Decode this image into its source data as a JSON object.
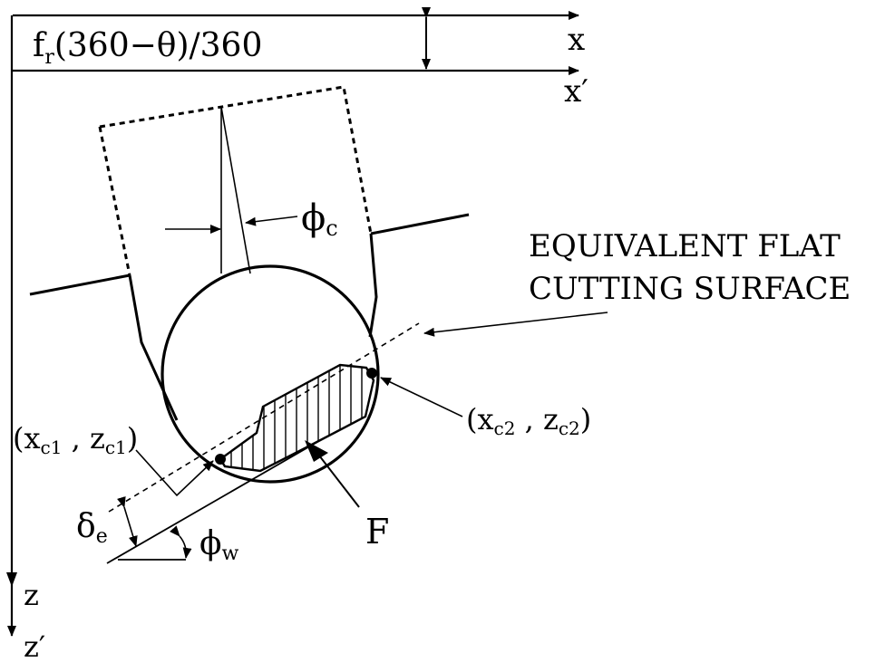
{
  "labels": {
    "offset_formula": "f",
    "offset_formula_sub": "r",
    "offset_formula_rest": "(360−θ)/360",
    "axis_x": "x",
    "axis_x_prime": "x′",
    "axis_z": "z",
    "axis_z_prime": "z′",
    "phi_c": "ϕ",
    "phi_c_sub": "c",
    "equivalent_line1": "EQUIVALENT FLAT",
    "equivalent_line2": "CUTTING SURFACE",
    "point1_open": "(x",
    "point1_xsub": "c1",
    "point1_mid": " , z",
    "point1_zsub": "c1",
    "point1_close": ")",
    "point2_open": "(x",
    "point2_xsub": "c2",
    "point2_mid": " , z",
    "point2_zsub": "c2",
    "point2_close": ")",
    "delta_e": "δ",
    "delta_e_sub": "e",
    "phi_w": "ϕ",
    "phi_w_sub": "w",
    "force": "F"
  },
  "colors": {
    "ink": "#000000",
    "background": "#ffffff"
  }
}
